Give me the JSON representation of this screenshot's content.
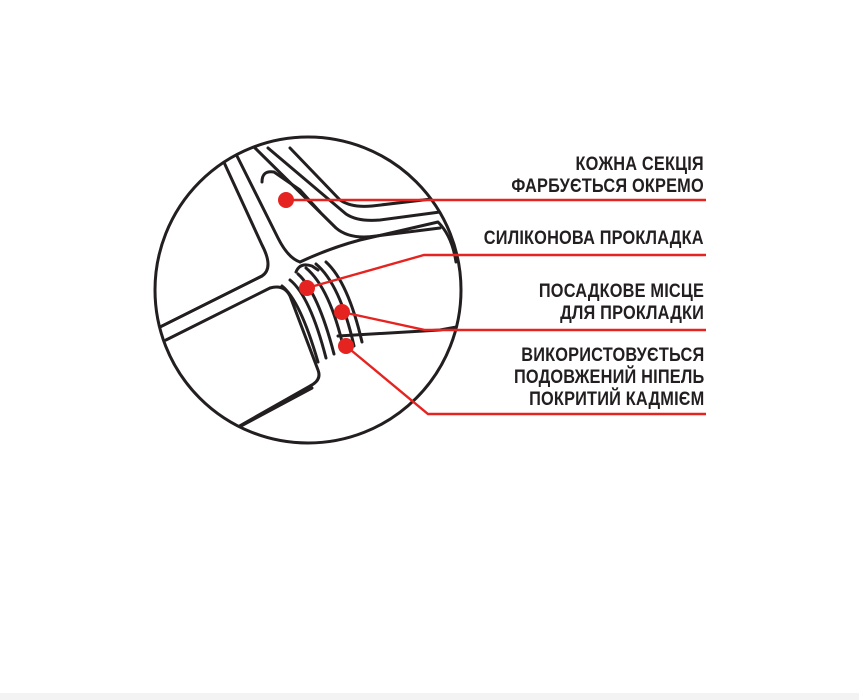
{
  "colors": {
    "accent": "#e52421",
    "line": "#231f20",
    "background": "#ffffff"
  },
  "callouts": [
    {
      "lines": [
        "КОЖНА СЕКЦІЯ",
        "ФАРБУЄТЬСЯ ОКРЕМО"
      ]
    },
    {
      "lines": [
        "СИЛІКОНОВА ПРОКЛАДКА"
      ]
    },
    {
      "lines": [
        "ПОСАДКОВЕ МІСЦЕ",
        "ДЛЯ ПРОКЛАДКИ"
      ]
    },
    {
      "lines": [
        "ВИКОРИСТОВУЄТЬСЯ",
        "ПОДОВЖЕНИЙ НІПЕЛЬ",
        "ПОКРИТИЙ КАДМІЄМ"
      ]
    }
  ]
}
